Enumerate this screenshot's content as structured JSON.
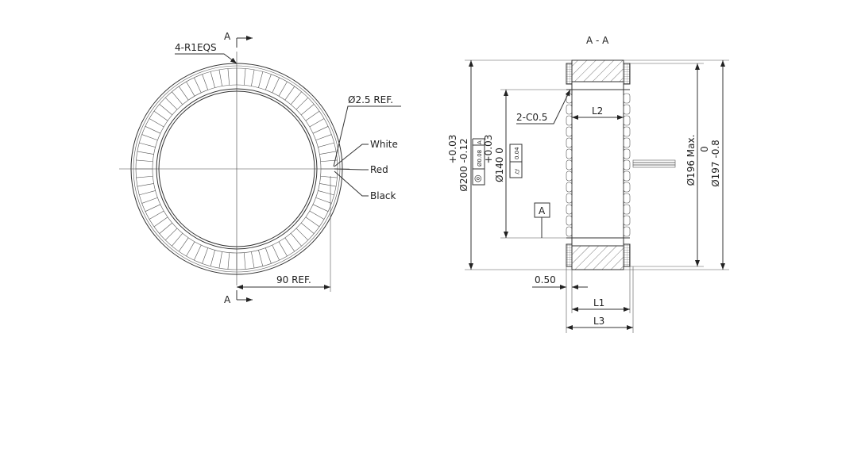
{
  "title": "A - A",
  "front_view": {
    "section_mark_top": "A",
    "section_mark_bottom": "A",
    "edge_note": "4-R1EQS",
    "hole_note": "Ø2.5 REF.",
    "lead_white": "White",
    "lead_red": "Red",
    "lead_black": "Black",
    "lead_ref": "90 REF."
  },
  "section_view": {
    "chamfer": "2-C0.5",
    "l2": "L2",
    "l1": "L1",
    "l3": "L3",
    "offset": "0.50",
    "datum": "A",
    "od_nominal": "Ø200 -0.12",
    "od_upper": "+0.03",
    "id_nominal": "Ø140  0",
    "id_upper": "+0.03",
    "coaxiality_symbol": "◎",
    "coaxiality_tol": "Ø0.08",
    "coaxiality_datum": "A",
    "cylindricity_symbol": "⌭",
    "cylindricity_tol": "0.04",
    "winding_max": "Ø196 Max.",
    "stack_od_upper": "0",
    "stack_od_nominal": "Ø197 -0.8"
  }
}
